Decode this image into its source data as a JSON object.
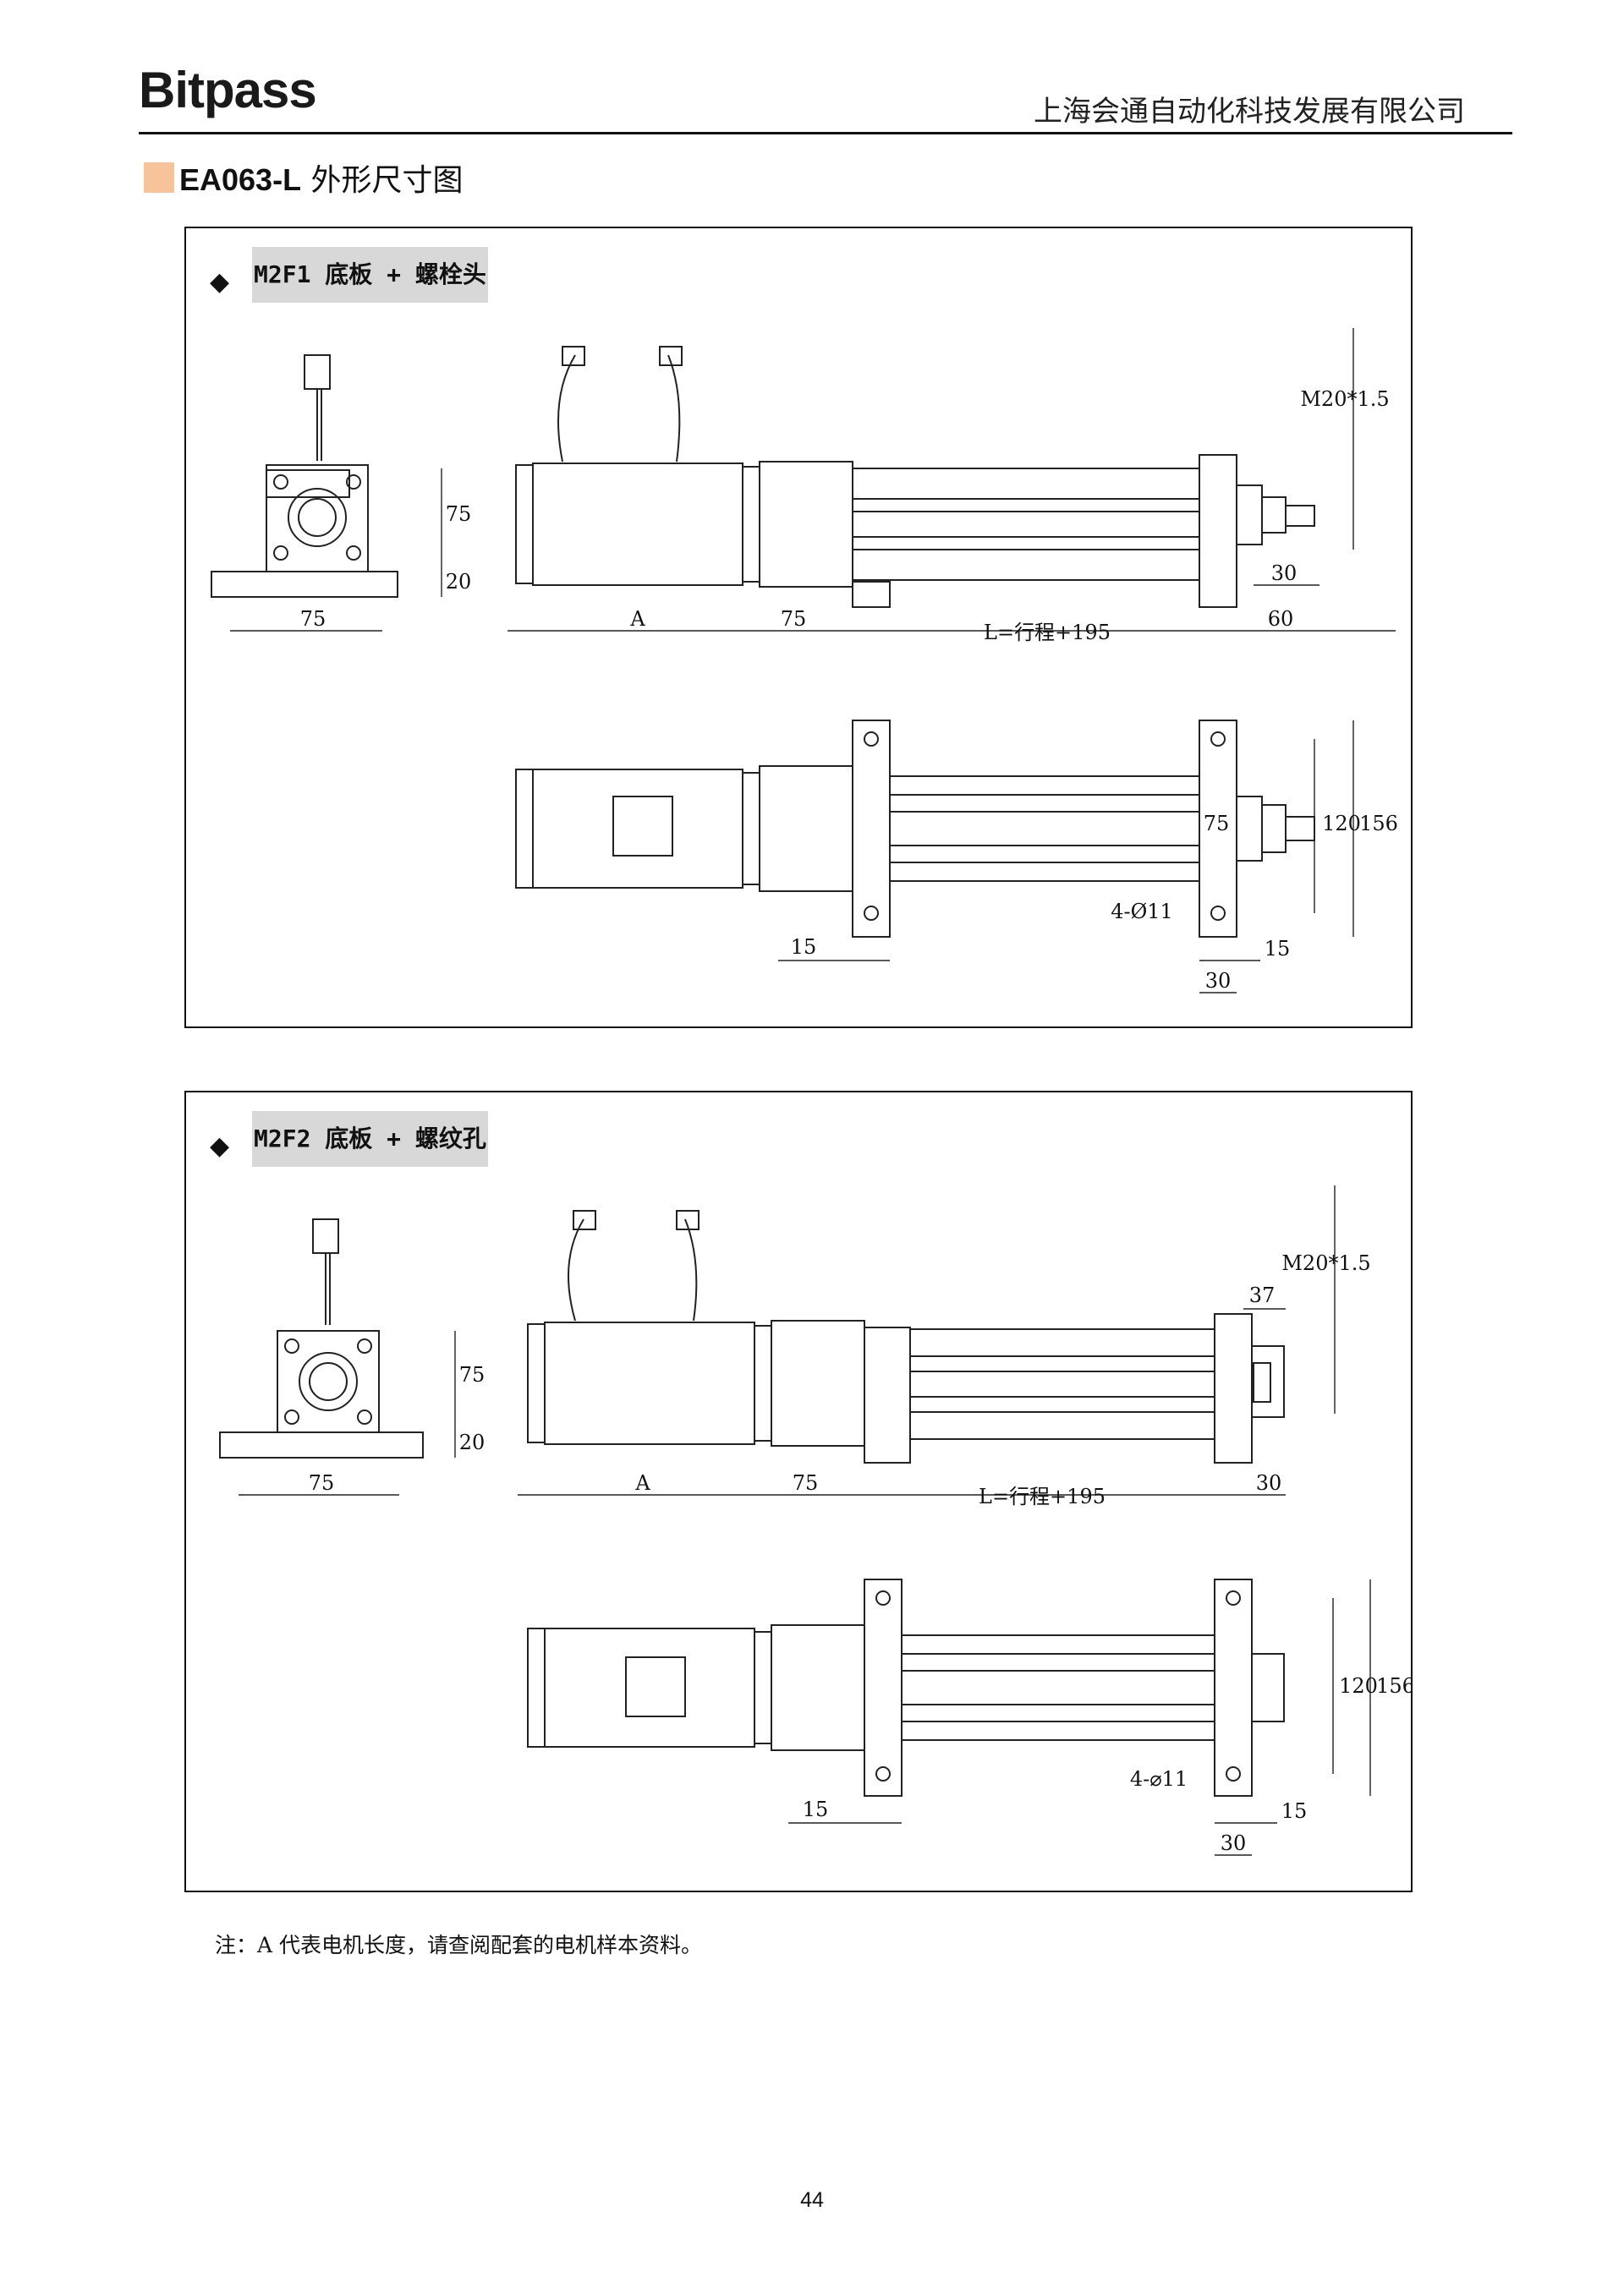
{
  "header": {
    "logo": "Bitpass",
    "company": "上海会通自动化科技发展有限公司"
  },
  "section": {
    "model": "EA063-L",
    "title": "外形尺寸图"
  },
  "panels": [
    {
      "label": "M2F1 底板 + 螺栓头",
      "dims": {
        "front_height": "75",
        "front_base": "20",
        "front_width": "75",
        "motor_len": "A",
        "flange": "75",
        "length": "L=行程+195",
        "end": "60",
        "rod": "30",
        "thread": "M20*1.5",
        "mount_h": "120",
        "total_h": "156",
        "rod_h": "75",
        "holes": "4-Ø11",
        "left_foot": "15",
        "right_foot": "15",
        "foot_w": "30"
      }
    },
    {
      "label": "M2F2 底板 + 螺纹孔",
      "dims": {
        "front_height": "75",
        "front_base": "20",
        "front_width": "75",
        "motor_len": "A",
        "flange": "75",
        "length": "L=行程+195",
        "end": "30",
        "thread_depth": "37",
        "thread": "M20*1.5",
        "mount_h": "120",
        "total_h": "156",
        "holes": "4-⌀11",
        "left_foot": "15",
        "right_foot": "15",
        "foot_w": "30"
      }
    }
  ],
  "note": "注：A 代表电机长度，请查阅配套的电机样本资料。",
  "page_number": "44"
}
